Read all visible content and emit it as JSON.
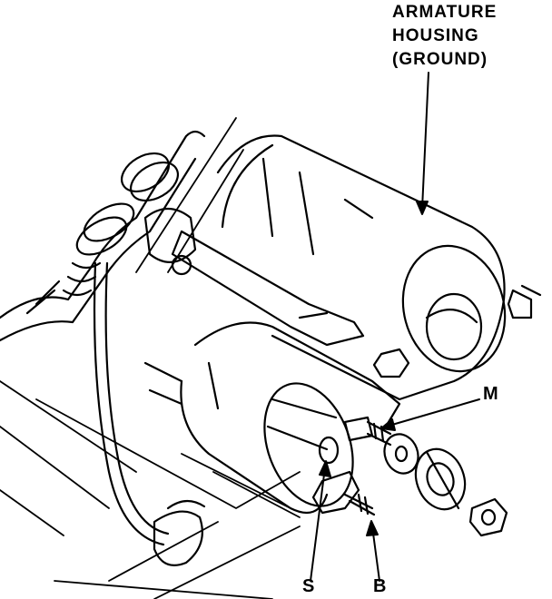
{
  "labels": {
    "armature_line1": "ARMATURE",
    "armature_line2": "HOUSING",
    "armature_line3": "(GROUND)",
    "m": "M",
    "s": "S",
    "b": "B"
  },
  "colors": {
    "ink": "#000000",
    "paper": "#ffffff"
  }
}
